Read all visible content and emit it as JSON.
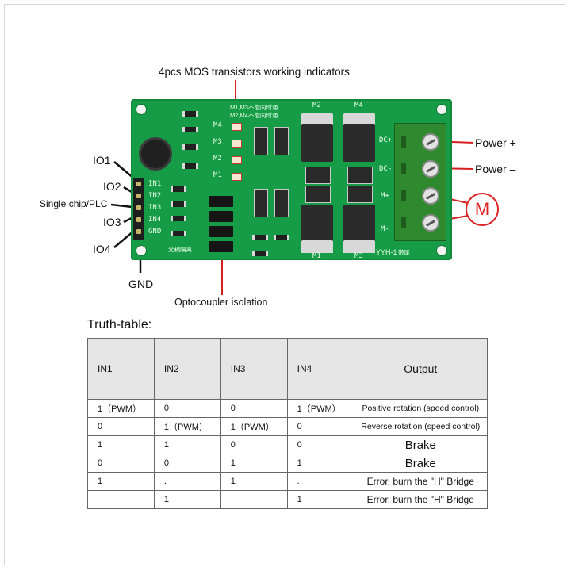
{
  "labels": {
    "mos_indicators": "4pcs MOS transistors working indicators",
    "io1": "IO1",
    "io2": "IO2",
    "single_chip": "Single chip/PLC",
    "io3": "IO3",
    "io4": "IO4",
    "gnd": "GND",
    "optocoupler": "Optocoupler isolation",
    "power_plus": "Power +",
    "power_minus": "Power –",
    "motor": "M"
  },
  "board": {
    "input_pins": [
      "IN1",
      "IN2",
      "IN3",
      "IN4",
      "GND"
    ],
    "led_labels": [
      "M4",
      "M3",
      "M2",
      "M1"
    ],
    "mos_labels": [
      "M2",
      "M4",
      "M1",
      "M3"
    ],
    "terminal_labels": [
      "DC+",
      "DC-",
      "M+",
      "M-"
    ],
    "silk_note_1": "M1,M3不能同时通",
    "silk_note_2": "M2,M4不能同时通",
    "model": "YYH-1",
    "model_suffix": "带尾",
    "opto_silk": "光耦隔离",
    "board_color": "#169c46",
    "terminal_color": "#2f8a2f"
  },
  "truth_table": {
    "title": "Truth-table:",
    "headers": [
      "IN1",
      "IN2",
      "IN3",
      "IN4",
      "Output"
    ],
    "rows": [
      [
        "1（PWM）",
        "0",
        "0",
        "1（PWM）",
        "Positive rotation (speed control)"
      ],
      [
        "0",
        "1（PWM）",
        "1（PWM）",
        "0",
        "Reverse   rotation (speed control)"
      ],
      [
        "1",
        "1",
        "0",
        "0",
        "Brake"
      ],
      [
        "0",
        "0",
        "1",
        "1",
        "Brake"
      ],
      [
        "1",
        ".",
        "1",
        ".",
        "Error, burn the \"H\" Bridge"
      ],
      [
        "",
        "1",
        "",
        "1",
        "Error, burn the \"H\" Bridge"
      ]
    ]
  },
  "colors": {
    "annotation_line": "#d62020",
    "pointer_line": "#111111",
    "table_header_bg": "#e5e5e5"
  }
}
